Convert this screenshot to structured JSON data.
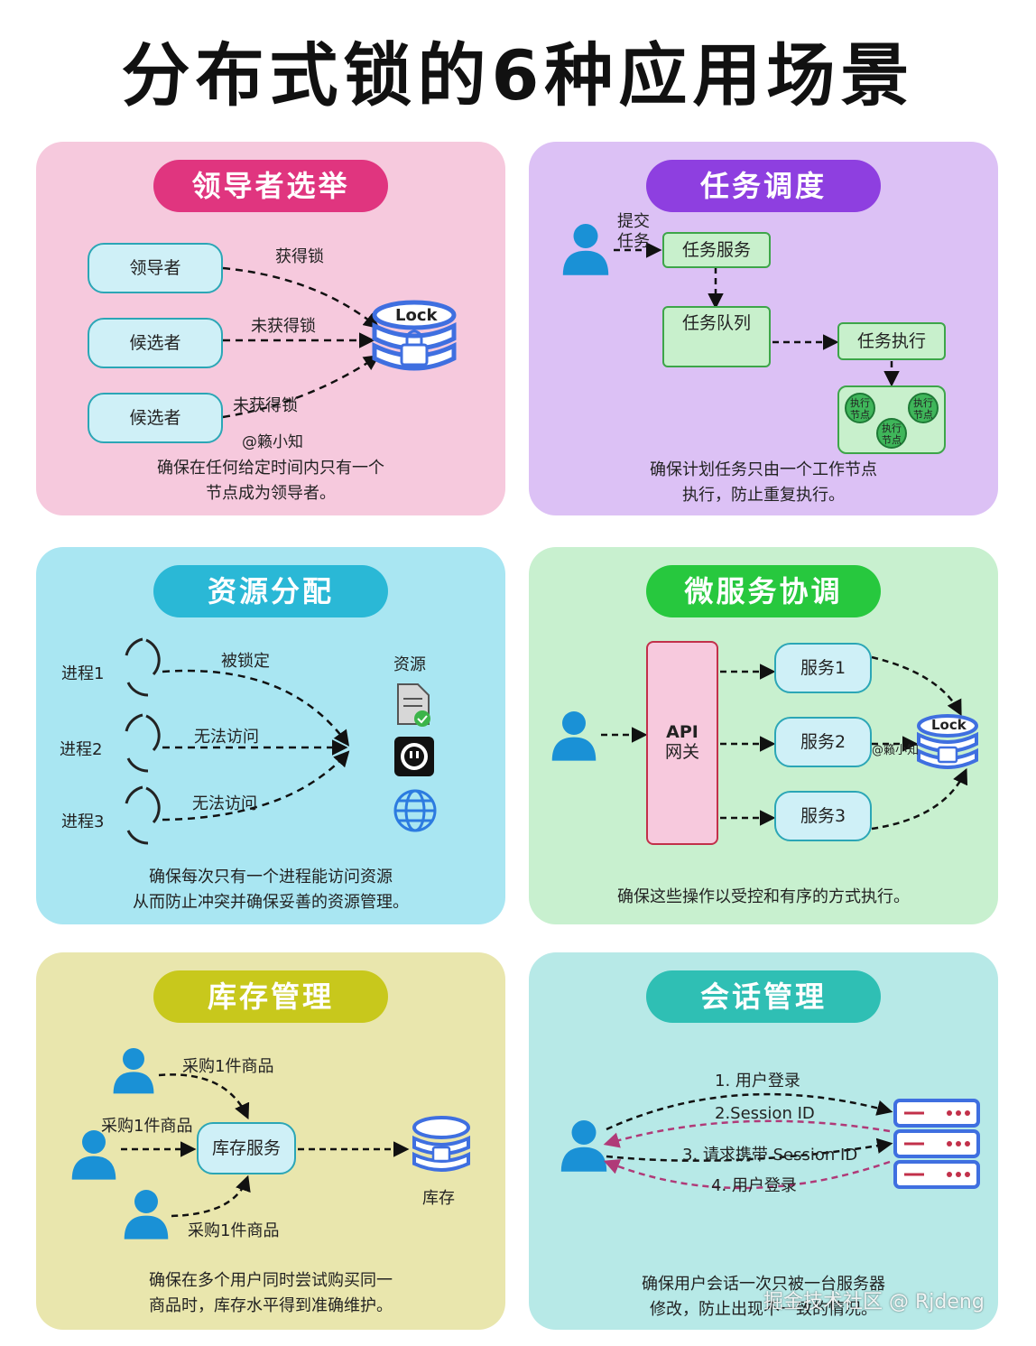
{
  "title": "分布式锁的6种应用场景",
  "watermark": "掘金技术社区 @ Rjdeng",
  "colors": {
    "pink_pill": "#e0357f",
    "purple_pill": "#8e3fe0",
    "cyan_pill": "#2ab8d6",
    "green_pill": "#27c83e",
    "yellow_pill": "#c8c81c",
    "teal_pill": "#2fbfb4",
    "lock_blue": "#3f6fe0",
    "user_blue": "#1a91d6"
  },
  "leader": {
    "heading": "领导者选举",
    "nodes": [
      "领导者",
      "候选者",
      "候选者"
    ],
    "edges": [
      "获得锁",
      "未获得锁",
      "未获得锁"
    ],
    "lock_label": "Lock",
    "signature": "@籁小知",
    "desc": [
      "确保在任何给定时间内只有一个",
      "节点成为领导者。"
    ]
  },
  "task": {
    "heading": "任务调度",
    "submit_label": [
      "提交",
      "任务"
    ],
    "service": "任务服务",
    "queue": "任务队列",
    "exec": "任务执行",
    "node_label": [
      "执行",
      "节点"
    ],
    "desc": [
      "确保计划任务只由一个工作节点",
      "执行，防止重复执行。"
    ]
  },
  "resource": {
    "heading": "资源分配",
    "processes": [
      "进程1",
      "进程2",
      "进程3"
    ],
    "edges": [
      "被锁定",
      "无法访问",
      "无法访问"
    ],
    "resource_label": "资源",
    "desc": [
      "确保每次只有一个进程能访问资源",
      "从而防止冲突并确保妥善的资源管理。"
    ]
  },
  "micro": {
    "heading": "微服务协调",
    "gateway": [
      "API",
      "网关"
    ],
    "services": [
      "服务1",
      "服务2",
      "服务3"
    ],
    "lock_label": "Lock",
    "signature": "@籁小知",
    "desc": [
      "确保这些操作以受控和有序的方式执行。"
    ]
  },
  "inventory": {
    "heading": "库存管理",
    "buys": [
      "采购1件商品",
      "采购1件商品",
      "采购1件商品"
    ],
    "service": "库存服务",
    "store": "库存",
    "desc": [
      "确保在多个用户同时尝试购买同一",
      "商品时，库存水平得到准确维护。"
    ]
  },
  "session": {
    "heading": "会话管理",
    "steps": [
      "1. 用户登录",
      "2.Session ID",
      "3. 请求携带 Session ID",
      "4. 用户登录"
    ],
    "desc": [
      "确保用户会话一次只被一台服务器",
      "修改，防止出现不一致的情况。"
    ]
  }
}
